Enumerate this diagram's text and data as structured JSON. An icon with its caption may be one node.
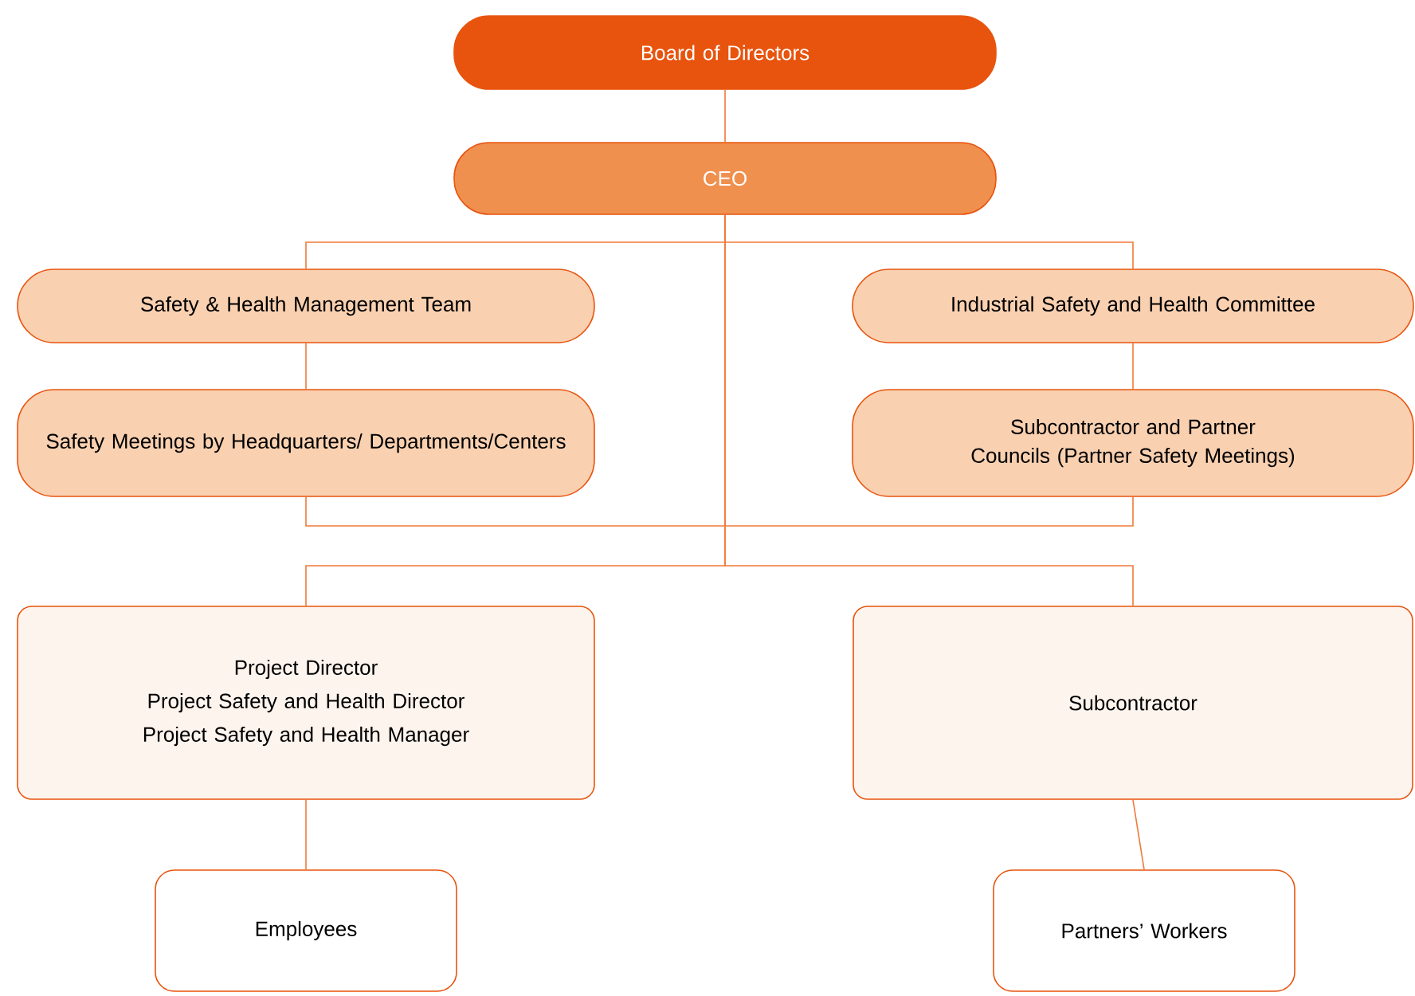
{
  "diagram": {
    "nodes": [
      {
        "text": [
          "Board of Directors"
        ]
      },
      {
        "text": [
          "CEO"
        ]
      },
      {
        "text": [
          "Safety & Health Management Team"
        ]
      },
      {
        "text": [
          "Safety Meetings by Headquarters/ Departments/Centers"
        ]
      },
      {
        "text": [
          "Industrial Safety and Health Committee"
        ]
      },
      {
        "text": [
          "Subcontractor and Partner Councils (Partner Safety Meetings)"
        ]
      },
      {
        "text": [
          "Project Director",
          "Project Safety and Health Director",
          "Project Safety and Health Manager"
        ]
      },
      {
        "text": [
          "Subcontractor"
        ]
      },
      {
        "text": [
          "Employees"
        ]
      },
      {
        "text": [
          "Partners’ Workers"
        ]
      }
    ],
    "edges": [
      {
        "from": 0,
        "to": 1,
        "arrow": "none"
      },
      {
        "from": 1,
        "to": 2,
        "arrow": "none"
      },
      {
        "from": 1,
        "to": 4,
        "arrow": "none"
      },
      {
        "from": 2,
        "to": 3,
        "arrow": "none"
      },
      {
        "from": 4,
        "to": 5,
        "arrow": "none"
      },
      {
        "from": 3,
        "to": 5,
        "arrow": "none"
      },
      {
        "from": 1,
        "to": 6,
        "arrow": "none"
      },
      {
        "from": 1,
        "to": 7,
        "arrow": "none"
      },
      {
        "from": 6,
        "to": 8,
        "arrow": "none"
      },
      {
        "from": 7,
        "to": 9,
        "arrow": "none"
      }
    ]
  }
}
